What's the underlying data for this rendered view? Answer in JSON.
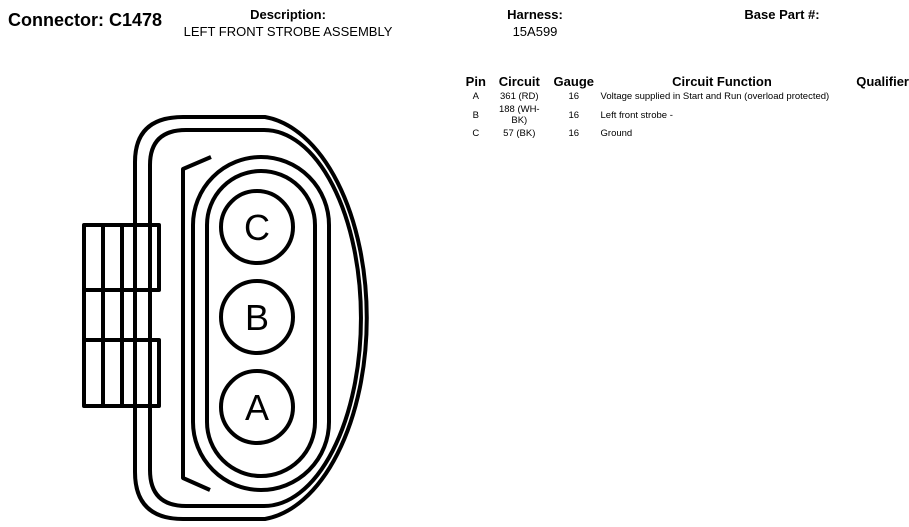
{
  "connector": {
    "label": "Connector: C1478"
  },
  "header": {
    "description_label": "Description:",
    "description_value": "LEFT FRONT STROBE ASSEMBLY",
    "harness_label": "Harness:",
    "harness_value": "15A599",
    "base_part_label": "Base Part #:"
  },
  "table": {
    "columns": {
      "pin": "Pin",
      "circuit": "Circuit",
      "gauge": "Gauge",
      "function": "Circuit Function",
      "qualifier": "Qualifier"
    },
    "rows": [
      {
        "pin": "A",
        "circuit": "361 (RD)",
        "gauge": "16",
        "function": "Voltage supplied in Start and Run (overload protected)"
      },
      {
        "pin": "B",
        "circuit": "188 (WH-BK)",
        "gauge": "16",
        "function": "Left front strobe -"
      },
      {
        "pin": "C",
        "circuit": "57 (BK)",
        "gauge": "16",
        "function": "Ground"
      }
    ]
  },
  "diagram": {
    "pins": [
      "C",
      "B",
      "A"
    ]
  }
}
